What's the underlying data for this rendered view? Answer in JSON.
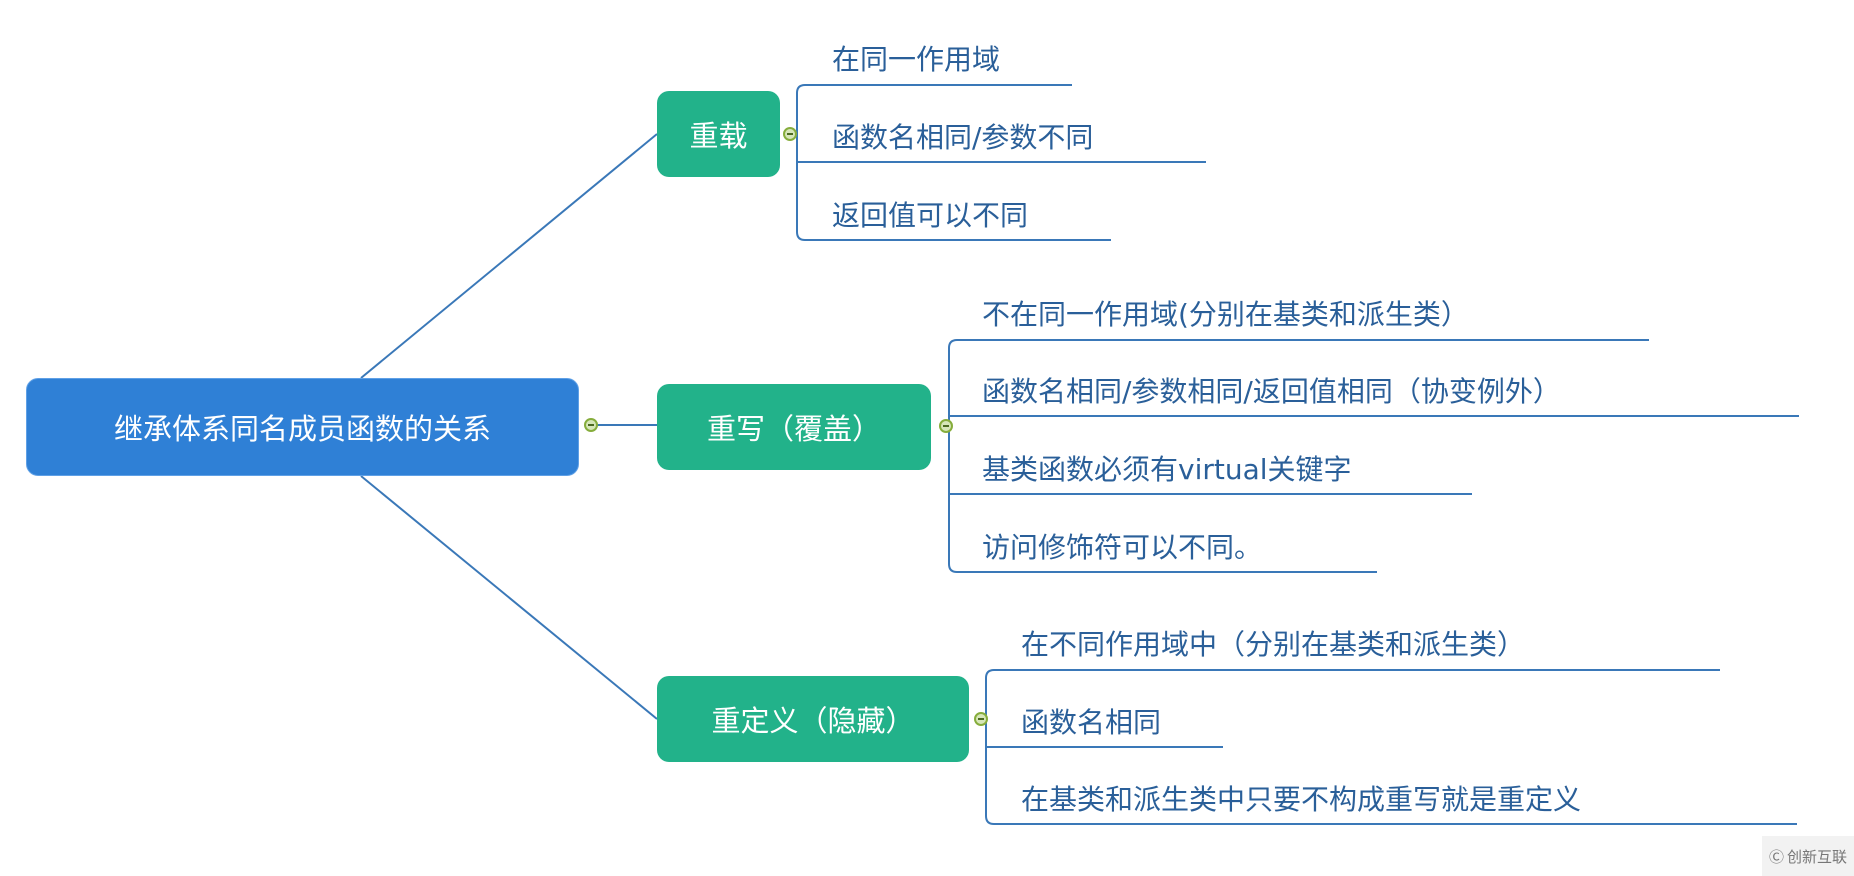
{
  "root": {
    "label": "继承体系同名成员函数的关系"
  },
  "branches": [
    {
      "label": "重载",
      "children": [
        "在同一作用域",
        "函数名相同/参数不同",
        "返回值可以不同"
      ]
    },
    {
      "label": "重写（覆盖）",
      "children": [
        "不在同一作用域(分别在基类和派生类）",
        "函数名相同/参数相同/返回值相同（协变例外）",
        "基类函数必须有virtual关键字",
        "访问修饰符可以不同。"
      ]
    },
    {
      "label": "重定义（隐藏）",
      "children": [
        "在不同作用域中（分别在基类和派生类）",
        "函数名相同",
        "在基类和派生类中只要不构成重写就是重定义"
      ]
    }
  ],
  "watermark": "创新互联",
  "colors": {
    "root": "#2f80d6",
    "branch": "#22b28a",
    "line": "#3a78b8",
    "text": "#2a5f99"
  }
}
